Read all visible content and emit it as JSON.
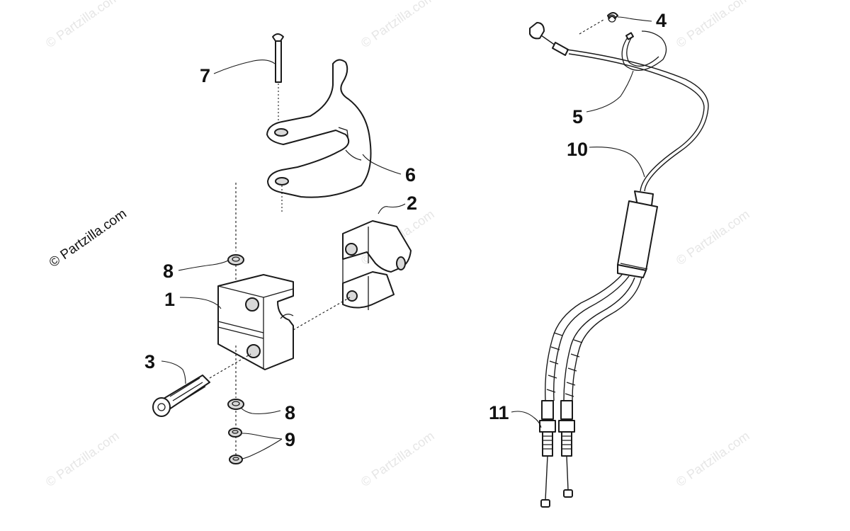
{
  "copyright_text": "© Partzilla.com",
  "watermark_text": "© Partzilla.com",
  "labels": {
    "l1": "1",
    "l2": "2",
    "l3": "3",
    "l4": "4",
    "l5": "5",
    "l6": "6",
    "l7": "7",
    "l8a": "8",
    "l8b": "8",
    "l9": "9",
    "l10": "10",
    "l11": "11"
  }
}
